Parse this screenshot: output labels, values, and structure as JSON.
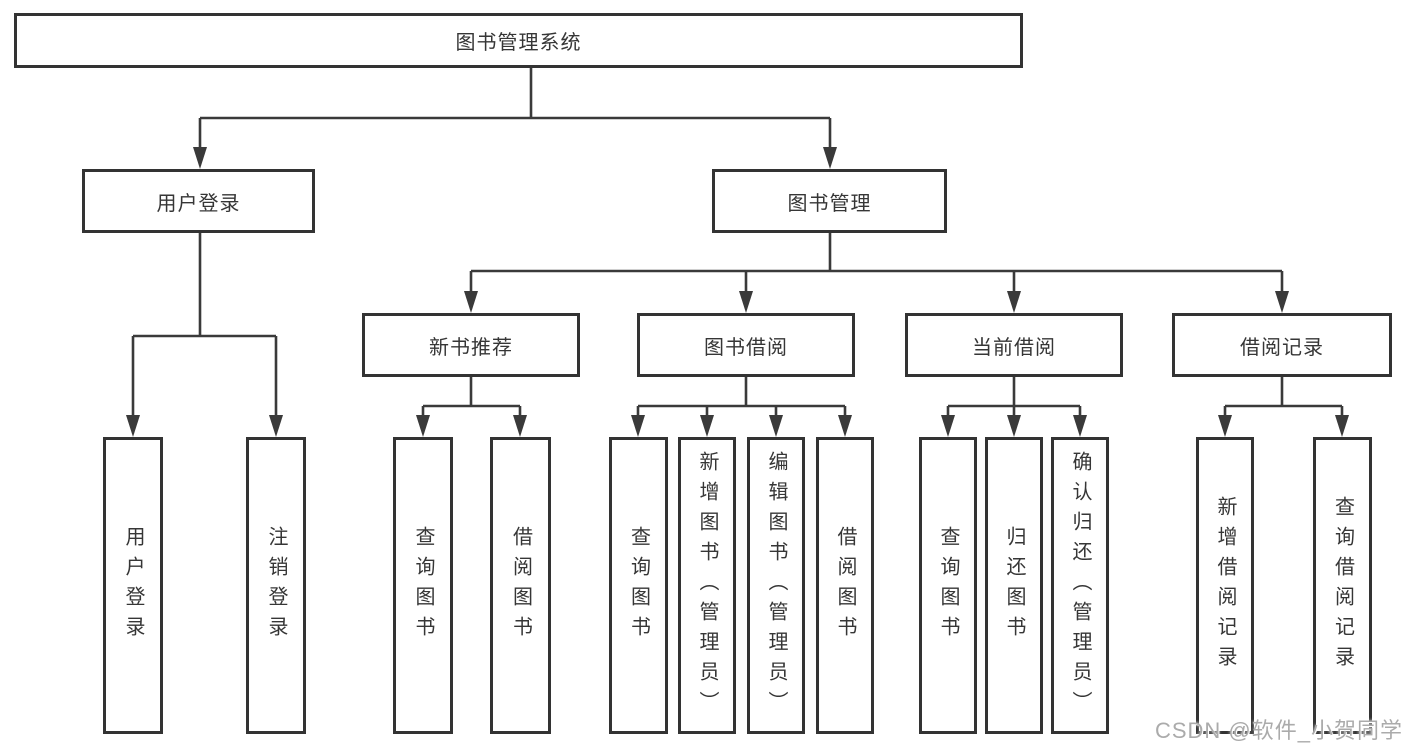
{
  "colors": {
    "line": "#3a3a3a",
    "box_border": "#333333",
    "text": "#363636",
    "watermark": "#ababab",
    "background": "#ffffff"
  },
  "watermark": "CSDN @软件_小贺同学",
  "tree": {
    "root": {
      "label": "图书管理系统"
    },
    "children": [
      {
        "label": "用户登录",
        "children": [
          {
            "label": "用户登录"
          },
          {
            "label": "注销登录"
          }
        ]
      },
      {
        "label": "图书管理",
        "children": [
          {
            "label": "新书推荐",
            "children": [
              {
                "label": "查询图书"
              },
              {
                "label": "借阅图书"
              }
            ]
          },
          {
            "label": "图书借阅",
            "children": [
              {
                "label": "查询图书"
              },
              {
                "label": "新增图书（管理员）"
              },
              {
                "label": "编辑图书（管理员）"
              },
              {
                "label": "借阅图书"
              }
            ]
          },
          {
            "label": "当前借阅",
            "children": [
              {
                "label": "查询图书"
              },
              {
                "label": "归还图书"
              },
              {
                "label": "确认归还（管理员）"
              }
            ]
          },
          {
            "label": "借阅记录",
            "children": [
              {
                "label": "新增借阅记录"
              },
              {
                "label": "查询借阅记录"
              }
            ]
          }
        ]
      }
    ]
  }
}
